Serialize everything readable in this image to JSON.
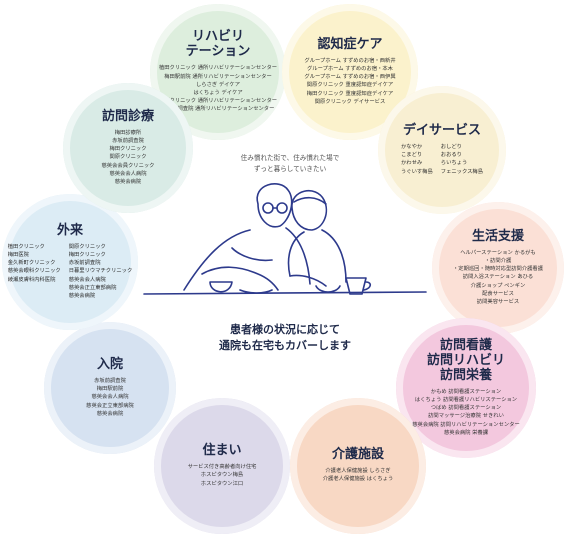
{
  "center": {
    "tagline": [
      "住み慣れた街で、住み慣れた場で",
      "ずっと暮らしていきたい"
    ],
    "message": [
      "患者様の状況に応じて",
      "通院も在宅もカバーします"
    ]
  },
  "services": [
    {
      "id": "rehab",
      "title": [
        "リハビリ",
        "テーション"
      ],
      "color": "#ddeedd",
      "items": [
        "植田クリニック 通所リハビリテーションセンター",
        "梅田駅前院 通所リハビリテーションセンター",
        "しらさぎ デイケア",
        "はくちょう デイケア",
        "関原クリニック 通所リハビリテーションセンター",
        "赤坂前調査院 通所リハビリテーションセンター"
      ]
    },
    {
      "id": "dementia",
      "title": [
        "認知症ケア"
      ],
      "color": "#fbf2cc",
      "items": [
        "グループホーム すずめのお宿・西新井",
        "グループホーム すずめのお宿・本木",
        "グループホーム すずめのお宿・西伊興",
        "関原クリニック 重度認知症デイケア",
        "梅田クリニック 重度認知症デイケア",
        "関原クリニック デイサービス"
      ]
    },
    {
      "id": "dayservice",
      "title": [
        "デイサービス"
      ],
      "color": "#f8efd2",
      "cols": [
        [
          "かなやか",
          "こまどり",
          "かわせみ",
          "うぐいす梅島"
        ],
        [
          "おしどり",
          "おおるり",
          "らいちょう",
          "フェニックス梅島"
        ]
      ]
    },
    {
      "id": "lifesupport",
      "title": [
        "生活支援"
      ],
      "color": "#fbe0d6",
      "items": [
        "ヘルパーステーション かるがも",
        "・訪問介護",
        "・定期巡回・随時対応型訪問介護看護",
        "訪問入浴ステーション あひる",
        "介護ショップ ペンギン",
        "配食サービス",
        "訪問美容サービス"
      ]
    },
    {
      "id": "homecare",
      "title": [
        "訪問看護",
        "訪問リハビリ",
        "訪問栄養"
      ],
      "color": "#f3c8de",
      "items": [
        "かもめ 訪問看護ステーション",
        "はくちょう 訪問看護リハビリステーション",
        "つばめ 訪問看護ステーション",
        "訪問マッサージ治療院 せきれい",
        "慈英会病院 訪問リハビリテーションセンター",
        "慈英会病院 栄養課"
      ]
    },
    {
      "id": "nursing",
      "title": [
        "介護施設"
      ],
      "color": "#f8d8c4",
      "items": [
        "介護老人保健施設 しらさぎ",
        "介護老人保健施設 はくちょう"
      ]
    },
    {
      "id": "housing",
      "title": [
        "住まい"
      ],
      "color": "#dcd9ea",
      "items": [
        "サービス付き高齢者向け住宅",
        "ホスピタウン梅島",
        "ホスピタウン江口"
      ]
    },
    {
      "id": "hospital",
      "title": [
        "入院"
      ],
      "color": "#d6e2f1",
      "items": [
        "赤坂前調査院",
        "梅田駅前院",
        "慈英会会人病院",
        "慈英会正立東部病院",
        "慈英会病院"
      ]
    },
    {
      "id": "outpatient",
      "title": [
        "外来"
      ],
      "color": "#dcecf5",
      "cols": [
        [
          "植田クリニック",
          "梅田医院",
          "金久新町クリニック",
          "慈英会眼科クリニック",
          "綾瀬皮膚科内科医院"
        ],
        [
          "関原クリニック",
          "梅田クリニック",
          "赤坂前調査院",
          "日暮里リウマチクリニック",
          "慈英会会人病院",
          "慈英会正立東部病院",
          "慈英会病院"
        ]
      ]
    },
    {
      "id": "visiting",
      "title": [
        "訪問診療"
      ],
      "color": "#d9ebe6",
      "items": [
        "梅田診療所",
        "赤坂前調査院",
        "梅田クリニック",
        "関原クリニック",
        "慈英会会員クリニック",
        "慈英会会人病院",
        "慈英会病院"
      ]
    }
  ]
}
